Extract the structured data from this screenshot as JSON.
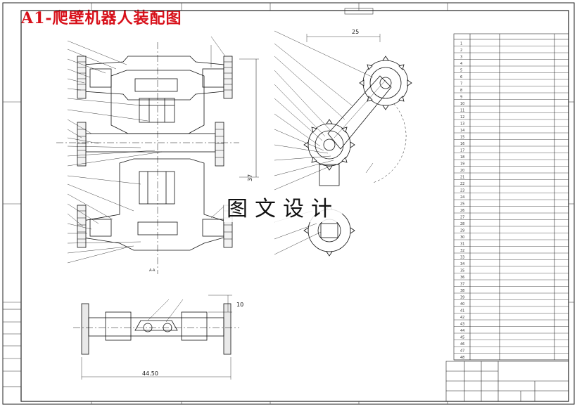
{
  "title": "A1-爬壁机器人装配图",
  "watermark": "图文设计",
  "dimensions": {
    "top_view_height": "37",
    "arm_length": "25",
    "front_width": "44.50",
    "front_height": "10"
  },
  "bom": {
    "rows": [
      "1",
      "2",
      "3",
      "4",
      "5",
      "6",
      "7",
      "8",
      "9",
      "10",
      "11",
      "12",
      "13",
      "14",
      "15",
      "16",
      "17",
      "18",
      "19",
      "20",
      "21",
      "22",
      "23",
      "24",
      "25",
      "26",
      "27",
      "28",
      "29",
      "30",
      "31",
      "32",
      "33",
      "34",
      "35",
      "36",
      "37",
      "38",
      "39",
      "40",
      "41",
      "42",
      "43",
      "44",
      "45",
      "46",
      "47",
      "48"
    ]
  },
  "colors": {
    "title": "#d8101a",
    "line": "#111111"
  }
}
